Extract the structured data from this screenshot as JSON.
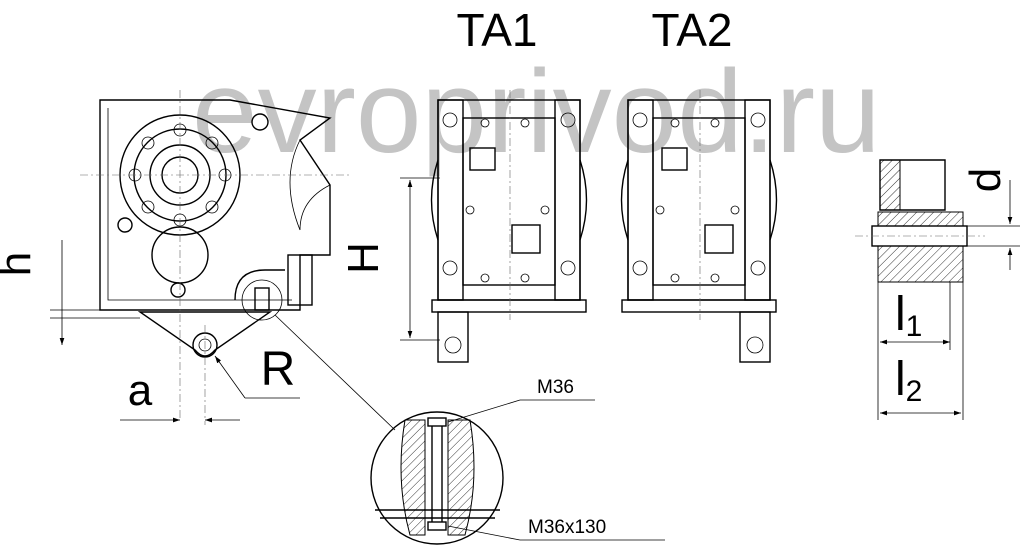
{
  "watermark": "evroprivod.ru",
  "views": {
    "ta1_label": "TA1",
    "ta2_label": "TA2"
  },
  "dimensions": {
    "h": "h",
    "H": "H",
    "a": "a",
    "R": "R",
    "d": "d",
    "l1_main": "l",
    "l1_sub": "1",
    "l2_main": "l",
    "l2_sub": "2"
  },
  "callouts": {
    "top_bolt": "M36",
    "bottom_bolt": "M36x130"
  }
}
